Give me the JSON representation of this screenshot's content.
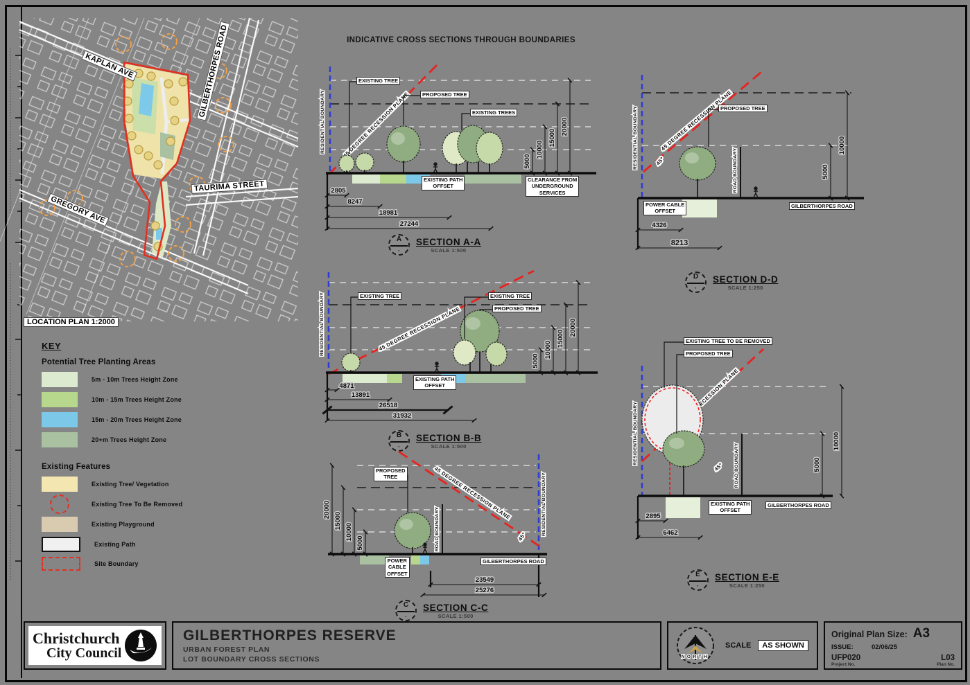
{
  "page": {
    "heading": "INDICATIVE CROSS SECTIONS THROUGH BOUNDARIES",
    "background": "#858585"
  },
  "location_plan": {
    "label": "LOCATION PLAN 1:2000",
    "streets": {
      "kaplan": "KAPLAN AVE",
      "gilberthorpes": "GILBERTHORPES ROAD",
      "taurima": "TAURIMA STREET",
      "gregory": "GREGORY AVE"
    }
  },
  "key": {
    "title": "KEY",
    "planting_title": "Potential Tree Planting Areas",
    "planting_items": [
      {
        "label": "5m - 10m Trees Height Zone",
        "color": "#dcebd0"
      },
      {
        "label": "10m - 15m Trees Height Zone",
        "color": "#b7d88c"
      },
      {
        "label": "15m - 20m Trees Height Zone",
        "color": "#7cc8e8"
      },
      {
        "label": "20+m Trees Height Zone",
        "color": "#a9c0a1"
      }
    ],
    "existing_title": "Existing Features",
    "existing_items": [
      {
        "label": "Existing Tree/ Vegetation",
        "color": "#f3e6b0"
      },
      {
        "label": "Existing Tree To Be Removed",
        "color": "#e23020"
      },
      {
        "label": "Existing Playground",
        "color": "#d9cbb0"
      },
      {
        "label": "Existing Path",
        "color": "#f0f0f0"
      },
      {
        "label": "Site Boundary",
        "color": "#e23020"
      }
    ]
  },
  "sections": {
    "aa": {
      "title": "SECTION A-A",
      "scale": "SCALE 1:500",
      "letter": "A",
      "boundary": "RESIDENTIAL BOUNDARY",
      "recession": "45 DEGREE RECESSION PLANE",
      "existing_tree": "EXISTING TREE",
      "proposed_tree": "PROPOSED TREE",
      "existing_trees": "EXISTING TREES",
      "path_offset": "EXISTING PATH\nOFFSET",
      "clearance": "CLEARANCE FROM\nUNDERGROUND\nSERVICES",
      "heights": [
        "5000",
        "10000",
        "15000",
        "20000"
      ],
      "widths": [
        "2805",
        "8247",
        "18981",
        "27244"
      ]
    },
    "bb": {
      "title": "SECTION B-B",
      "scale": "SCALE 1:500",
      "letter": "B",
      "boundary": "RESIDENTIAL BOUNDARY",
      "recession": "45 DEGREE RECESSION PLANE",
      "existing_tree_left": "EXISTING TREE",
      "existing_tree_right": "EXISTING TREE",
      "proposed_tree": "PROPOSED TREE",
      "path_offset": "EXISTING PATH\nOFFSET",
      "heights": [
        "5000",
        "10000",
        "15000",
        "20000"
      ],
      "widths": [
        "4871",
        "13891",
        "26518",
        "31932"
      ]
    },
    "cc": {
      "title": "SECTION C-C",
      "scale": "SCALE 1:500",
      "letter": "C",
      "boundary": "RESIDENTIAL BOUNDARY",
      "recession": "45 DEGREE RECESSION PLANE",
      "proposed_tree": "PROPOSED\nTREE",
      "road_boundary": "ROAD BOUNDARY",
      "road": "GILBERTHORPES ROAD",
      "power_offset": "POWER\nCABLE\nOFFSET",
      "angle": "45°",
      "heights": [
        "5000",
        "10000",
        "15000",
        "20000"
      ],
      "widths": [
        "23549",
        "25276"
      ]
    },
    "dd": {
      "title": "SECTION D-D",
      "scale": "SCALE 1:250",
      "letter": "D",
      "boundary": "RESIDENTIAL BOUNDARY",
      "recession": "45 DEGREE RECESSION PLANE",
      "proposed_tree": "PROPOSED TREE",
      "road_boundary": "ROAD BOUNDARY",
      "road": "GILBERTHORPES ROAD",
      "power_offset": "POWER CABLE\nOFFSET",
      "angle": "45°",
      "heights": [
        "5000",
        "10000"
      ],
      "widths": [
        "4326",
        "8213"
      ]
    },
    "ee": {
      "title": "SECTION E-E",
      "scale": "SCALE 1:250",
      "letter": "E",
      "boundary": "RESIDENTIAL BOUNDARY",
      "recession": "45 DEGREE RECESSION PLANE",
      "removed_tree": "EXISTING TREE TO BE REMOVED",
      "proposed_tree": "PROPOSED TREE",
      "road_boundary": "ROAD BOUNDARY",
      "road": "GILBERTHORPES ROAD",
      "path_offset": "EXISTING PATH\nOFFSET",
      "angle": "45°",
      "heights": [
        "5000",
        "10000"
      ],
      "widths": [
        "2895",
        "6462"
      ]
    }
  },
  "titleblock": {
    "council_line1": "Christchurch",
    "council_line2": "City Council",
    "project": "GILBERTHORPES RESERVE",
    "subtitle1": "URBAN FOREST PLAN",
    "subtitle2": "LOT BOUNDARY CROSS SECTIONS",
    "north": "NORTH",
    "scale_label": "SCALE",
    "scale_value": "AS SHOWN",
    "plan_size_label": "Original Plan Size:",
    "plan_size_value": "A3",
    "issue_label": "ISSUE:",
    "issue_value": "02/06/25",
    "project_no": "UFP020",
    "project_no_label": "Project No.",
    "plan_no": "L03",
    "plan_no_label": "Plan No."
  }
}
